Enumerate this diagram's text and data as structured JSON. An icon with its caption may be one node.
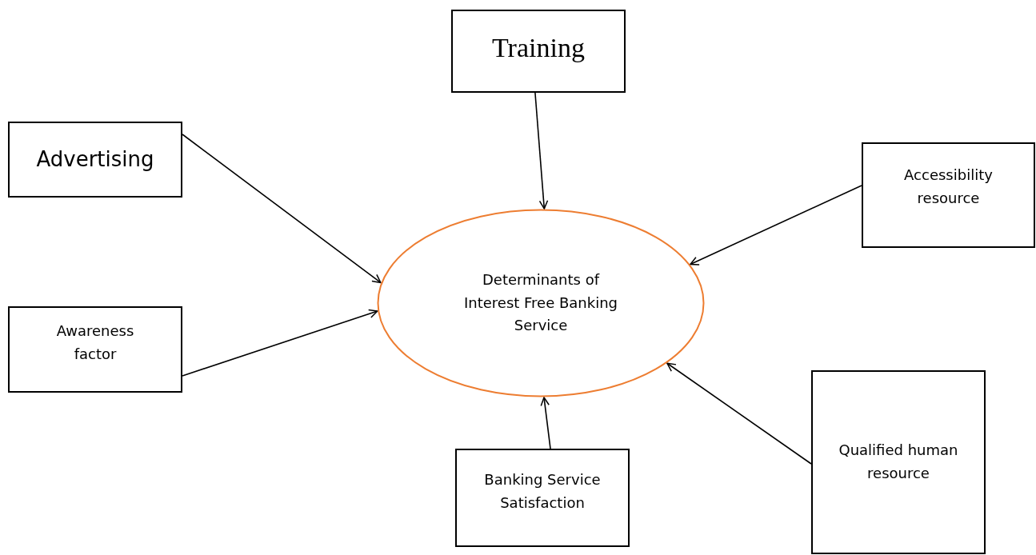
{
  "diagram": {
    "nodes": [
      {
        "text": [
          "Training"
        ]
      },
      {
        "text": [
          "Advertising"
        ]
      },
      {
        "text": [
          "Accessibility resource"
        ]
      },
      {
        "text": [
          "Determinants of Interest Free Banking Service"
        ]
      },
      {
        "text": [
          "Awareness factor"
        ]
      },
      {
        "text": [
          "Banking Service Satisfaction"
        ]
      },
      {
        "text": [
          "Qualified human resource"
        ]
      }
    ],
    "edges": [
      {
        "from": 0,
        "to": 3,
        "arrow": "to"
      },
      {
        "from": 1,
        "to": 3,
        "arrow": "to"
      },
      {
        "from": 2,
        "to": 3,
        "arrow": "to"
      },
      {
        "from": 4,
        "to": 3,
        "arrow": "to"
      },
      {
        "from": 6,
        "to": 3,
        "arrow": "to"
      },
      {
        "from": 5,
        "to": 3,
        "arrow": "to"
      }
    ]
  }
}
